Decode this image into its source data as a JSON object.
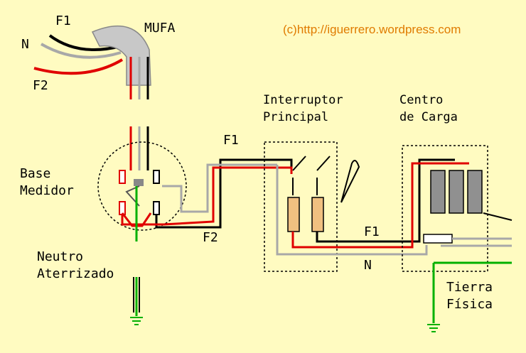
{
  "credit": "(c)http://iguerrero.wordpress.com",
  "labels": {
    "f1_top": "F1",
    "n_top": "N",
    "f2_top": "F2",
    "mufa": "MUFA",
    "base_line1": "Base",
    "base_line2": "Medidor",
    "neutro_line1": "Neutro",
    "neutro_line2": "Aterrizado",
    "f1_mid": "F1",
    "f2_mid": "F2",
    "interruptor_line1": "Interruptor",
    "interruptor_line2": "Principal",
    "centro_line1": "Centro",
    "centro_line2": "de Carga",
    "f1_right": "F1",
    "n_right": "N",
    "tierra_line1": "Tierra",
    "tierra_line2": "Física"
  },
  "colors": {
    "background": "#fffbc1",
    "phase_f1": "#000000",
    "phase_f2": "#e00000",
    "neutral": "#a8a8a8",
    "ground": "#00b000",
    "mufa": "#c8c8c8",
    "fuse": "#f0c080",
    "breaker": "#909090",
    "credit_text": "#e07b00"
  }
}
